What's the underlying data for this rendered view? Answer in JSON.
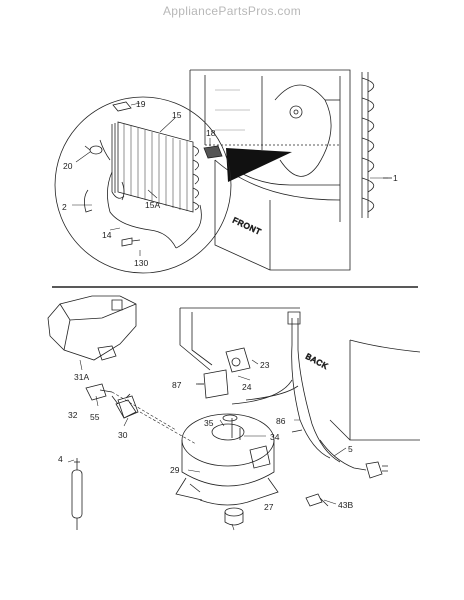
{
  "watermark": "AppliancePartsPros.com",
  "callouts": {
    "p1": "1",
    "p19": "19",
    "p15": "15",
    "p18": "18",
    "p20": "20",
    "p15a": "15A",
    "p2": "2",
    "p14": "14",
    "p130": "130",
    "p31a": "31A",
    "p32": "32",
    "p55": "55",
    "p30": "30",
    "p4": "4",
    "p87": "87",
    "p24": "24",
    "p23": "23",
    "p35": "35",
    "p34": "34",
    "p86": "86",
    "p29": "29",
    "p27": "27",
    "p5": "5",
    "p43b": "43B"
  },
  "labels": {
    "front": "FRONT",
    "back": "BACK"
  }
}
